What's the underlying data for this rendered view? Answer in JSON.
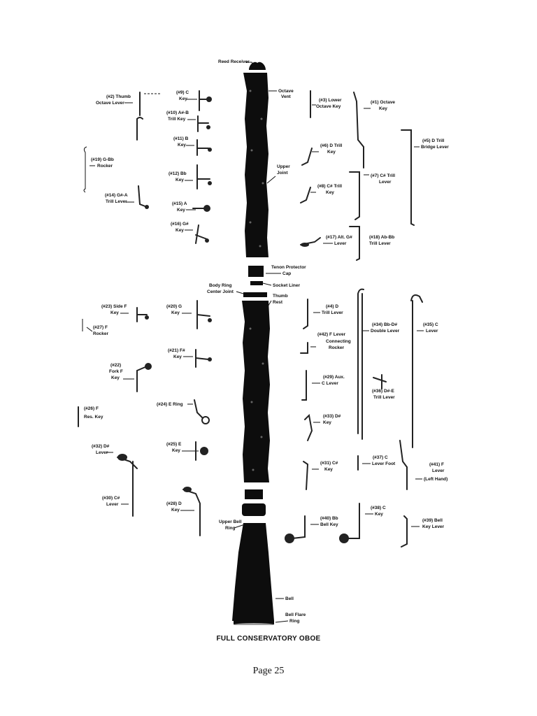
{
  "title": "FULL CONSERVATORY OBOE",
  "page_label": "Page 25",
  "body_parts": {
    "reed_receiver": "Reed Receiver",
    "octave_vent": [
      "Octave",
      "Vent"
    ],
    "upper_joint": [
      "Upper",
      "Joint"
    ],
    "tenon_cap": [
      "Tenon Protector",
      "Cap"
    ],
    "body_ring": [
      "Body Ring",
      "Center Joint"
    ],
    "socket_liner": "Socket Liner",
    "thumb_rest": [
      "Thumb",
      "Rest"
    ],
    "upper_bell_ring": [
      "Upper Bell",
      "Ring"
    ],
    "bell": "Bell",
    "bell_flare_ring": [
      "Bell Flare",
      "Ring"
    ]
  },
  "keys": {
    "k1": [
      "(#1) Octave",
      "Key"
    ],
    "k2": [
      "(#2) Thumb",
      "Octave Lever"
    ],
    "k3": [
      "(#3) Lower",
      "Octave Key"
    ],
    "k4": [
      "(#4) D",
      "Trill Lever"
    ],
    "k5": [
      "(#5) D Trill",
      "Bridge Lever"
    ],
    "k6": [
      "(#6) D Trill",
      "Key"
    ],
    "k7": [
      "(#7) C# Trill",
      "Lever"
    ],
    "k8": [
      "(#8) C# Trill",
      "Key"
    ],
    "k9": [
      "(#9) C",
      "Key"
    ],
    "k10": [
      "(#10) A#-B",
      "Trill Key"
    ],
    "k11": [
      "(#11) B",
      "Key"
    ],
    "k12": [
      "(#12) Bb",
      "Key"
    ],
    "k14": [
      "(#14) G#-A",
      "Trill Lever"
    ],
    "k15": [
      "(#15) A",
      "Key"
    ],
    "k16": [
      "(#16) G#",
      "Key"
    ],
    "k17": [
      "(#17) Alt. G#",
      "Lever"
    ],
    "k18": [
      "(#18) Ab-Bb",
      "Trill Lever"
    ],
    "k19": [
      "(#19) G-Bb",
      "Rocker"
    ],
    "k20": [
      "(#20) G",
      "Key"
    ],
    "k21": [
      "(#21) F#",
      "Key"
    ],
    "k22": [
      "(#22)",
      "Fork F",
      "Key"
    ],
    "k23": [
      "(#23) Side F",
      "Key"
    ],
    "k24": [
      "(#24) E Ring"
    ],
    "k25": [
      "(#25) E",
      "Key"
    ],
    "k26": [
      "(#26) F",
      "Res. Key"
    ],
    "k27": [
      "(#27) F",
      "Rocker"
    ],
    "k28": [
      "(#28) D",
      "Key"
    ],
    "k29": [
      "(#29) Aux.",
      "C Lever"
    ],
    "k30": [
      "(#30) C#",
      "Lever"
    ],
    "k31": [
      "(#31) C#",
      "Key"
    ],
    "k32": [
      "(#32) D#",
      "Lever"
    ],
    "k33": [
      "(#33) D#",
      "Key"
    ],
    "k34": [
      "(#34) Bb-D#",
      "Double Lever"
    ],
    "k35": [
      "(#35) C",
      "Lever"
    ],
    "k36": [
      "(#36) D#-E",
      "Trill Lever"
    ],
    "k37": [
      "(#37) C",
      "Lever Foot"
    ],
    "k38": [
      "(#38) C",
      "Key"
    ],
    "k39": [
      "(#39) Bell",
      "Key Lever"
    ],
    "k40": [
      "(#40) Bb",
      "Bell Key"
    ],
    "k41": [
      "(#41) F",
      "Lever",
      "(Left Hand)"
    ],
    "k42": [
      "(#42) F Lever",
      "Connecting",
      "Rocker"
    ]
  }
}
